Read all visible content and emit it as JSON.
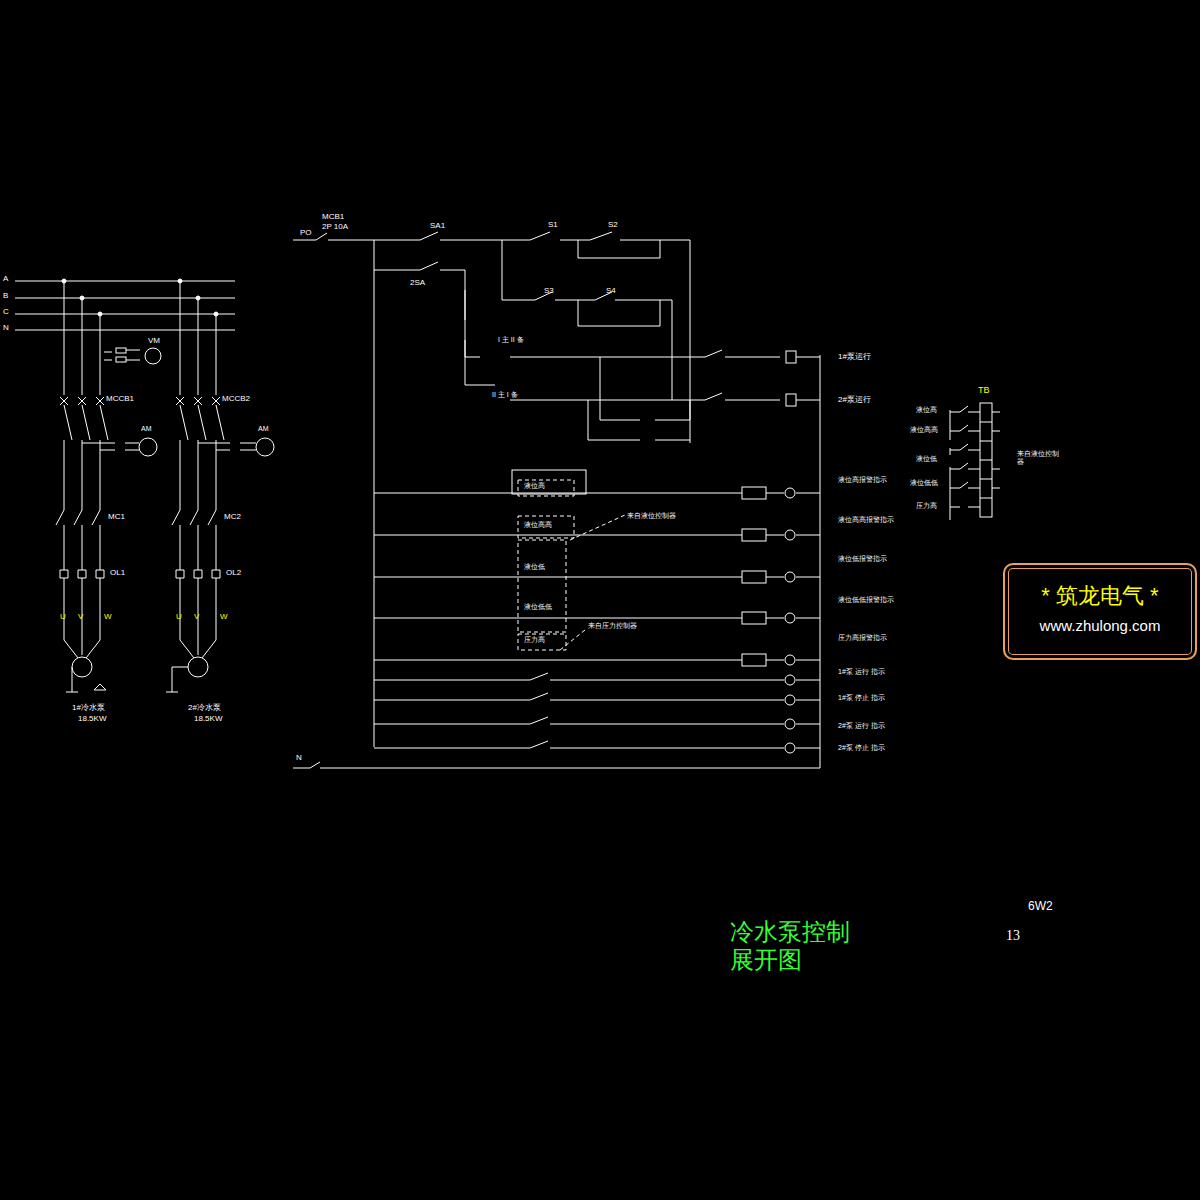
{
  "diagram": {
    "title": "冷水泵控制 展开图",
    "nodes": [
      {
        "text": [
          "* 筑龙电气 *",
          "www.zhulong.com"
        ]
      }
    ],
    "labels": [
      "A",
      "B",
      "C",
      "N",
      "VM",
      "MCCB1",
      "MCCB2",
      "AM",
      "AM",
      "MC1",
      "MC2",
      "OL1",
      "OL2",
      "U",
      "V",
      "W",
      "U",
      "V",
      "W",
      "1#冷水泵",
      "18.5KW",
      "2#冷水泵",
      "18.5KW",
      "PO",
      "MCB1",
      "2P 10A",
      "SA1",
      "2SA",
      "S1",
      "S2",
      "S3",
      "S4",
      "I 主 II 备",
      "II 主 I 备",
      "1#泵运行",
      "2#泵运行",
      "液位高报警指示",
      "液位高高报警指示",
      "液位低报警指示",
      "液位低低报警指示",
      "压力高报警指示",
      "1#泵 运行 指示",
      "1#泵 停止 指示",
      "2#泵 运行 指示",
      "2#泵 停止 指示",
      "液位高",
      "液位高高",
      "液位低",
      "液位低低",
      "压力高",
      "来自液位控制器",
      "来自压力控制器",
      "N",
      "TB",
      "液位高",
      "液位高高",
      "液位低",
      "液位低低",
      "压力高",
      "来自液位控制器",
      "6W2",
      "13"
    ]
  }
}
